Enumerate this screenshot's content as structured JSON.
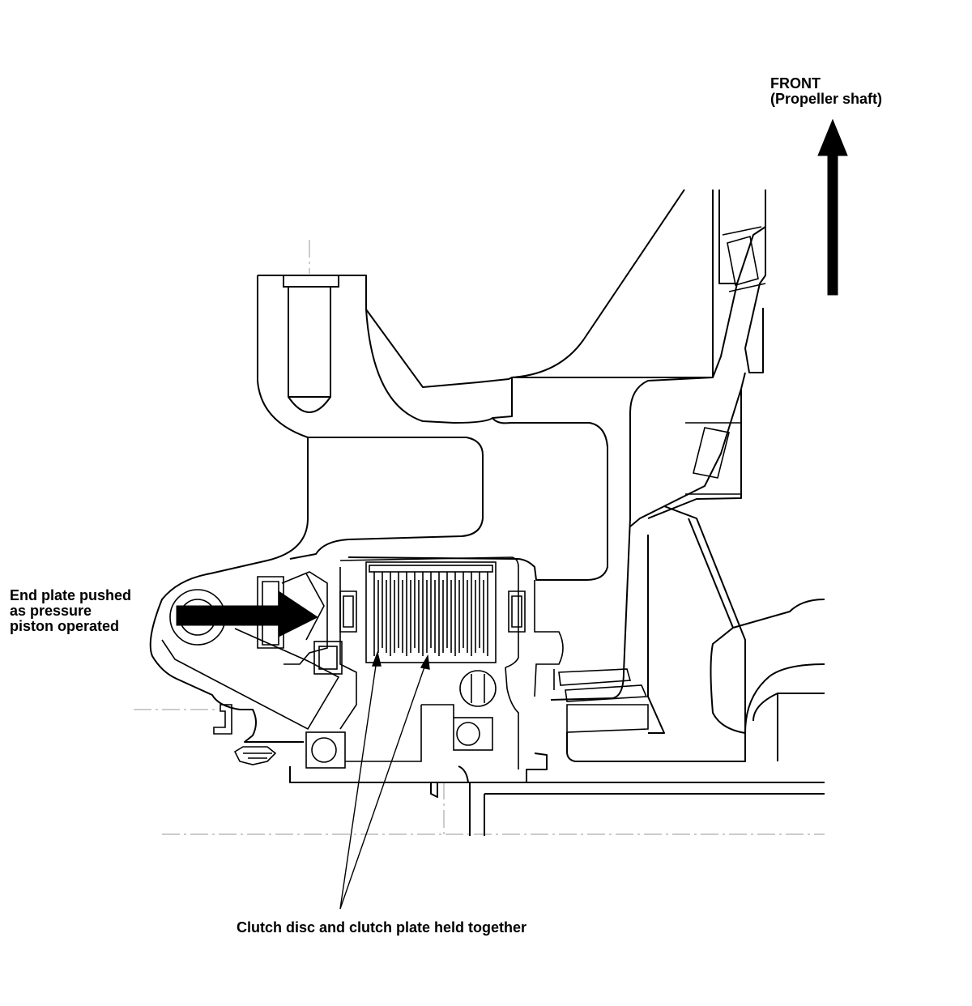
{
  "labels": {
    "front_line1": "FRONT",
    "front_line2": "(Propeller shaft)",
    "end_plate_line1": "End plate pushed",
    "end_plate_line2": "as pressure",
    "end_plate_line3": "piston operated",
    "clutch": "Clutch disc and clutch plate held together"
  },
  "colors": {
    "line": "#000000",
    "centerline": "#9a9a9a",
    "background": "#ffffff"
  }
}
